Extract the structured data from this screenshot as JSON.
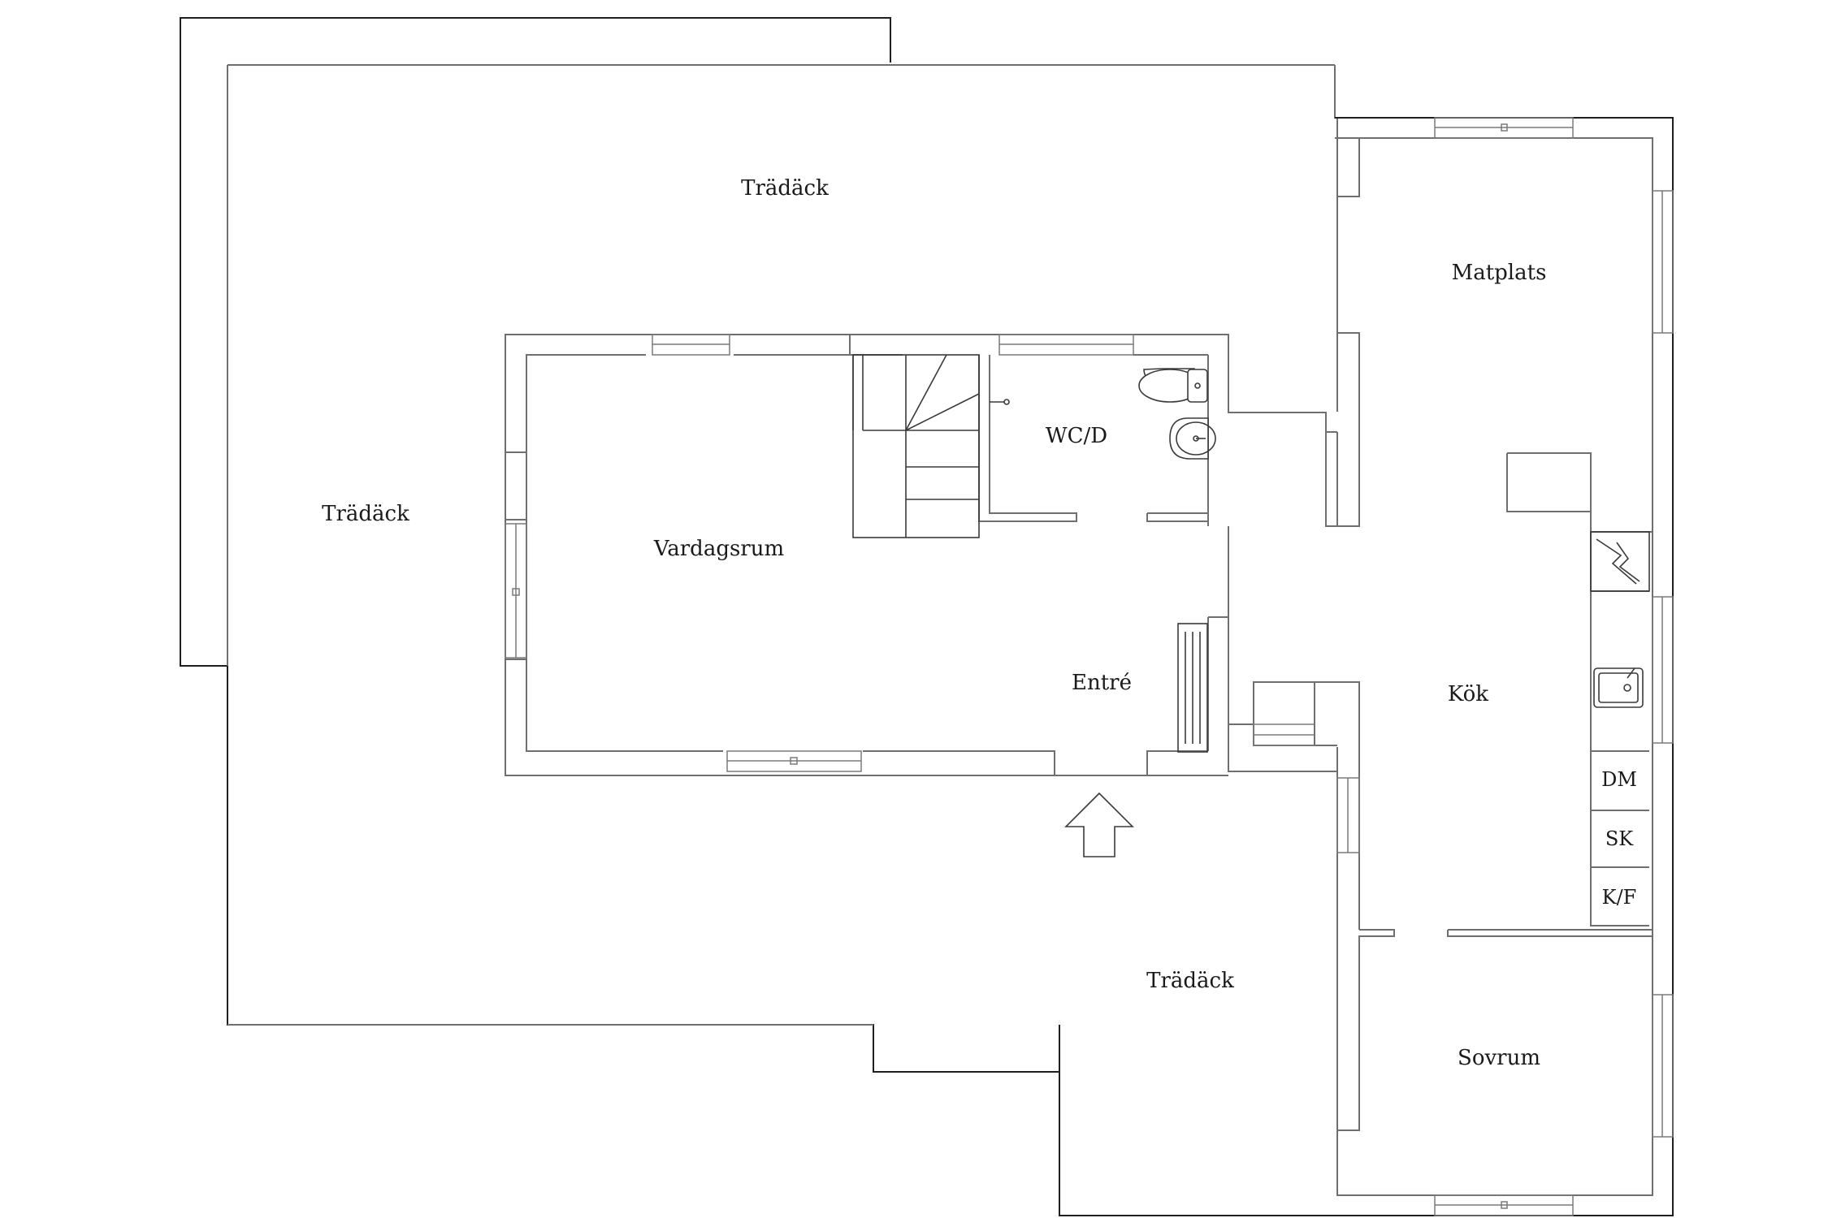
{
  "rooms": {
    "tradack_top": "Trädäck",
    "tradack_left": "Trädäck",
    "tradack_bottom": "Trädäck",
    "vardagsrum": "Vardagsrum",
    "wc": "WC/D",
    "entre": "Entré",
    "matplats": "Matplats",
    "kok": "Kök",
    "sovrum": "Sovrum"
  },
  "appliances": {
    "dm": "DM",
    "sk": "SK",
    "kf": "K/F"
  },
  "icons": {
    "entrance": "entrance-arrow-icon",
    "stove": "stove-icon",
    "sink": "kitchen-sink-icon",
    "toilet": "toilet-icon",
    "basin": "washbasin-icon",
    "radiator": "radiator-icon",
    "stairs": "staircase-icon"
  },
  "colors": {
    "outline": "#1f1f1f",
    "wall": "#6f6f6f",
    "background": "#ffffff"
  }
}
